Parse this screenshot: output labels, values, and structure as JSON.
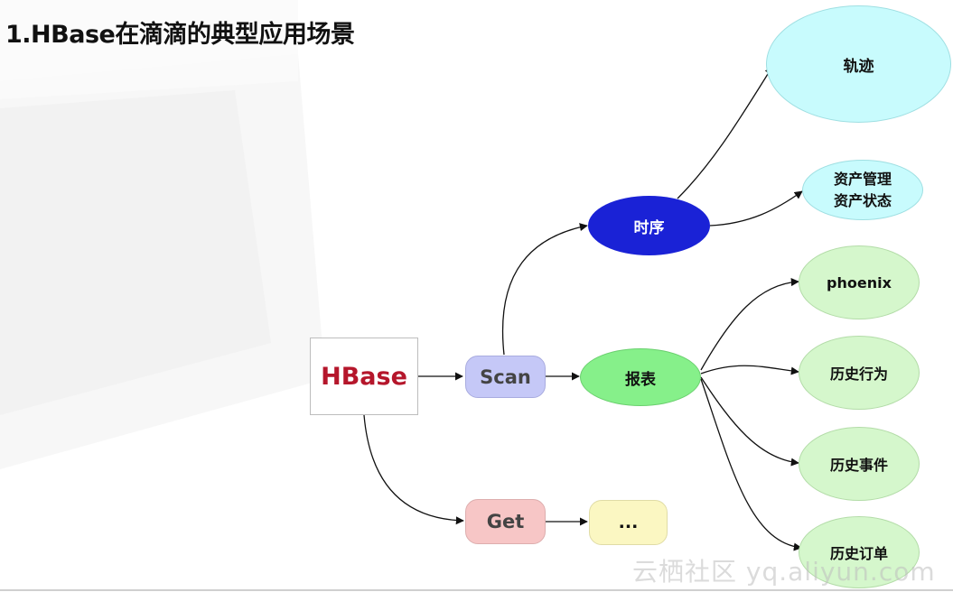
{
  "title": "1.HBase在滴滴的典型应用场景",
  "nodes": {
    "hbase": "HBase",
    "scan": "Scan",
    "get": "Get",
    "ellipsis": "...",
    "timeseries": "时序",
    "report": "报表",
    "trajectory": "轨迹",
    "asset_line1": "资产管理",
    "asset_line2": "资产状态",
    "phoenix": "phoenix",
    "history_behavior": "历史行为",
    "history_event": "历史事件",
    "history_order": "历史订单"
  },
  "colors": {
    "hbase_text": "#b5162b",
    "scan_fill": "#c5c8f7",
    "get_fill": "#f7c6c6",
    "ellipsis_fill": "#fbf7c2",
    "timeseries_fill": "#1a22d6",
    "report_fill": "#86f08a",
    "cyan_fill": "#c8fbfd",
    "green_fill": "#d5f7cc"
  },
  "watermark": "云栖社区 yq.aliyun.com"
}
